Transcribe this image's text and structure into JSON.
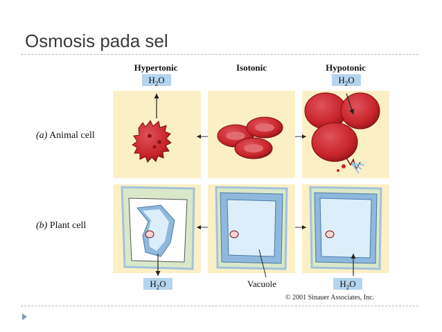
{
  "slide": {
    "title": "Osmosis pada sel"
  },
  "figure": {
    "columns": {
      "hypertonic": "Hypertonic",
      "isotonic": "Isotonic",
      "hypotonic": "Hypotonic"
    },
    "water_label": "H2O",
    "rows": {
      "animal": {
        "letter": "(a)",
        "label": "Animal cell"
      },
      "plant": {
        "letter": "(b)",
        "label": "Plant cell"
      }
    },
    "vacuole_label": "Vacuole",
    "copyright": "© 2001 Sinauer Associates, Inc."
  },
  "colors": {
    "panel_bg": "#fbefc6",
    "cell_red": "#c8242b",
    "cell_wall_green": "#d9e8c8",
    "membrane_blue": "#8fb8dc",
    "vacuole_blue": "#dceefa",
    "water_tag": "#b5d4ee",
    "bullet": "#7f9cc2"
  }
}
